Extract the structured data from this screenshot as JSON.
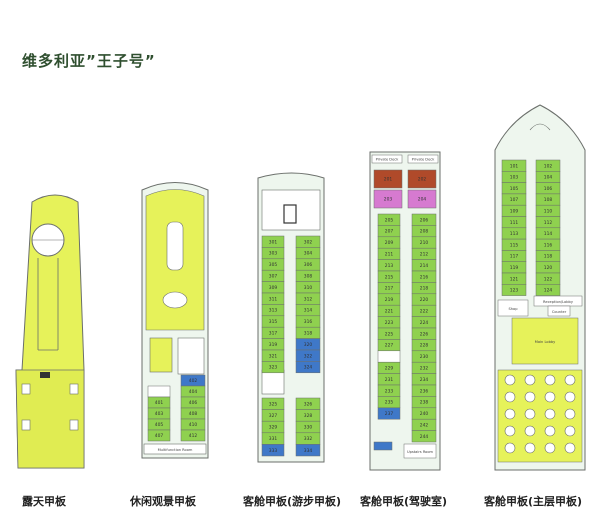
{
  "title": "维多利亚”王子号”",
  "decks": [
    {
      "label": "露天甲板"
    },
    {
      "label": "休闲观景甲板",
      "area_labels": [
        "Multifunction Room"
      ],
      "cabins": {
        "left": [
          "",
          "401",
          "403",
          "405",
          "407"
        ],
        "right": [
          "402",
          "404",
          "406",
          "408",
          "410",
          "412"
        ]
      }
    },
    {
      "label": "客舱甲板(游步甲板)",
      "cabins": {
        "left_top": [
          "301",
          "303",
          "305",
          "307",
          "309",
          "311",
          "313",
          "315",
          "317",
          "319",
          "321",
          "323"
        ],
        "right_top": [
          "302",
          "304",
          "306",
          "308",
          "310",
          "312",
          "314",
          "316",
          "318",
          "320",
          "322",
          "324"
        ],
        "left_bottom": [
          "325",
          "327",
          "329",
          "331",
          "333"
        ],
        "right_bottom": [
          "326",
          "328",
          "330",
          "332",
          "334"
        ]
      }
    },
    {
      "label": "客舱甲板(驾驶室)",
      "area_labels": [
        "Private Deck",
        "Private Deck",
        "Upstairs Room"
      ],
      "cabins": {
        "suites": [
          "201",
          "202",
          "203",
          "204"
        ],
        "left": [
          "205",
          "207",
          "209",
          "211",
          "213",
          "215",
          "217",
          "219",
          "221",
          "223",
          "225",
          "227",
          "",
          "229",
          "231",
          "233",
          "235",
          "237"
        ],
        "right": [
          "206",
          "208",
          "210",
          "212",
          "214",
          "216",
          "218",
          "220",
          "222",
          "224",
          "226",
          "228",
          "230",
          "232",
          "234",
          "236",
          "238",
          "240",
          "242",
          "244"
        ]
      }
    },
    {
      "label": "客舱甲板(主层甲板)",
      "area_labels": [
        "Shop",
        "Reception/Lobby",
        "Main Lobby",
        "Counter"
      ],
      "cabins": {
        "left": [
          "101",
          "103",
          "105",
          "107",
          "109",
          "111",
          "113",
          "115",
          "117",
          "119",
          "121",
          "123"
        ],
        "right": [
          "102",
          "104",
          "106",
          "108",
          "110",
          "112",
          "114",
          "116",
          "118",
          "120",
          "122",
          "124"
        ]
      }
    }
  ],
  "colors": {
    "cabin": "#8fd14f",
    "cabin_blue": "#3f78c8",
    "suite_brown": "#b04a2a",
    "suite_pink": "#d67ad0",
    "deck_fill": "#e6f25a",
    "hull": "#e9f0ea",
    "outline": "#6b6f6b"
  }
}
